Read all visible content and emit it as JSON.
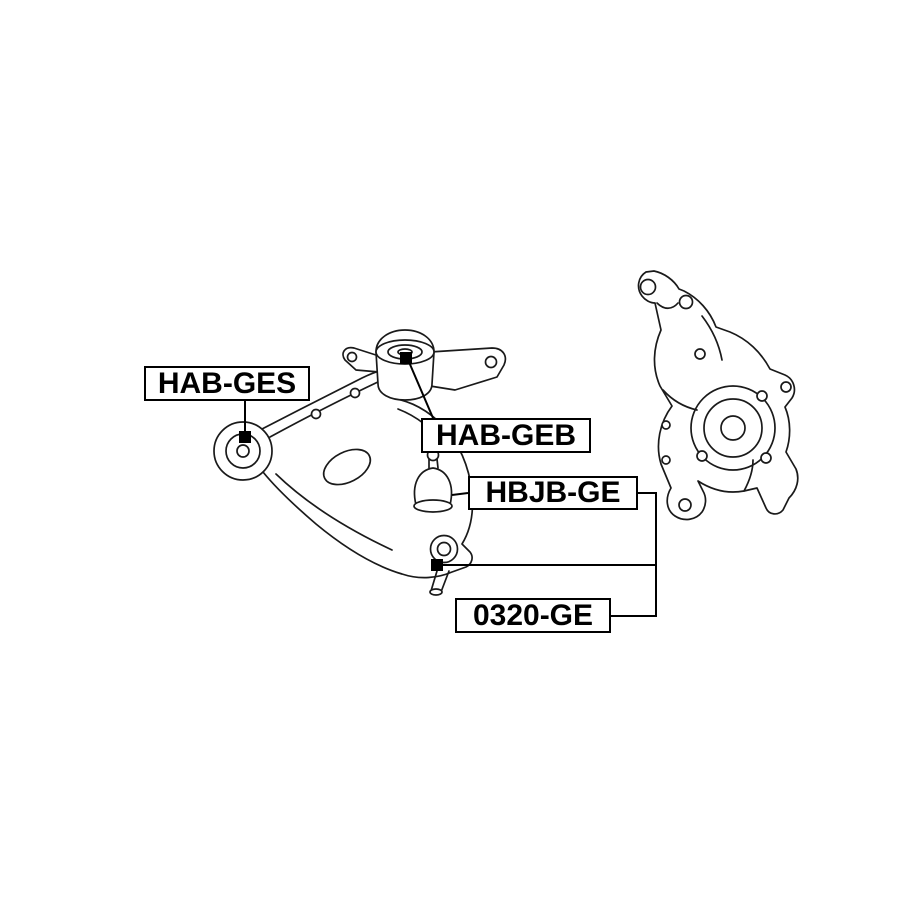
{
  "diagram": {
    "title": "suspension-front-lower-control-arm-parts-diagram",
    "colors": {
      "background": "#ffffff",
      "line": "#1a1a1a",
      "marker": "#000000",
      "label_border": "#000000"
    },
    "labels": {
      "hab_ges": "HAB-GES",
      "hab_geb": "HAB-GEB",
      "hbjb_ge": "HBJB-GE",
      "p0320_ge": "0320-GE"
    }
  }
}
